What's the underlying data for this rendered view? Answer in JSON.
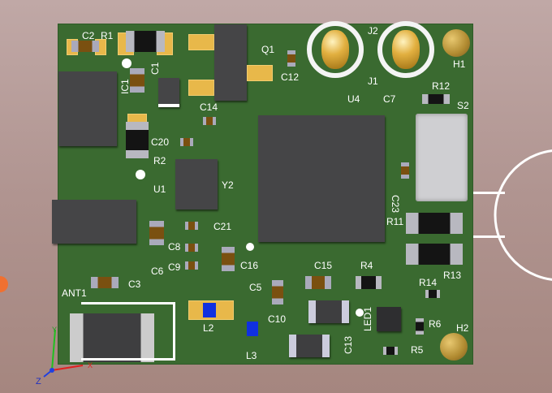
{
  "viewport": {
    "background": "#b09490",
    "board_color": "#3a6a30",
    "pad_color": "#e8b84a"
  },
  "designators": {
    "C2": "C2",
    "R1": "R1",
    "C1": "C1",
    "IC1": "IC1",
    "Q1": "Q1",
    "C12": "C12",
    "J2": "J2",
    "J1": "J1",
    "H1": "H1",
    "U4": "U4",
    "C7": "C7",
    "R12": "R12",
    "S2": "S2",
    "C14": "C14",
    "C20": "C20",
    "R2": "R2",
    "U1": "U1",
    "Y2": "Y2",
    "C21": "C21",
    "C23": "C23",
    "R11": "R11",
    "C8": "C8",
    "C9": "C9",
    "C6": "C6",
    "C16": "C16",
    "C3": "C3",
    "C15": "C15",
    "R4": "R4",
    "R13": "R13",
    "R14": "R14",
    "C5": "C5",
    "ANT1": "ANT1",
    "L2": "L2",
    "C10": "C10",
    "LED1": "LED1",
    "R6": "R6",
    "H2": "H2",
    "L3": "L3",
    "C13": "C13",
    "R5": "R5"
  },
  "axes": {
    "z": "Z",
    "x": "X",
    "y": "Y"
  }
}
